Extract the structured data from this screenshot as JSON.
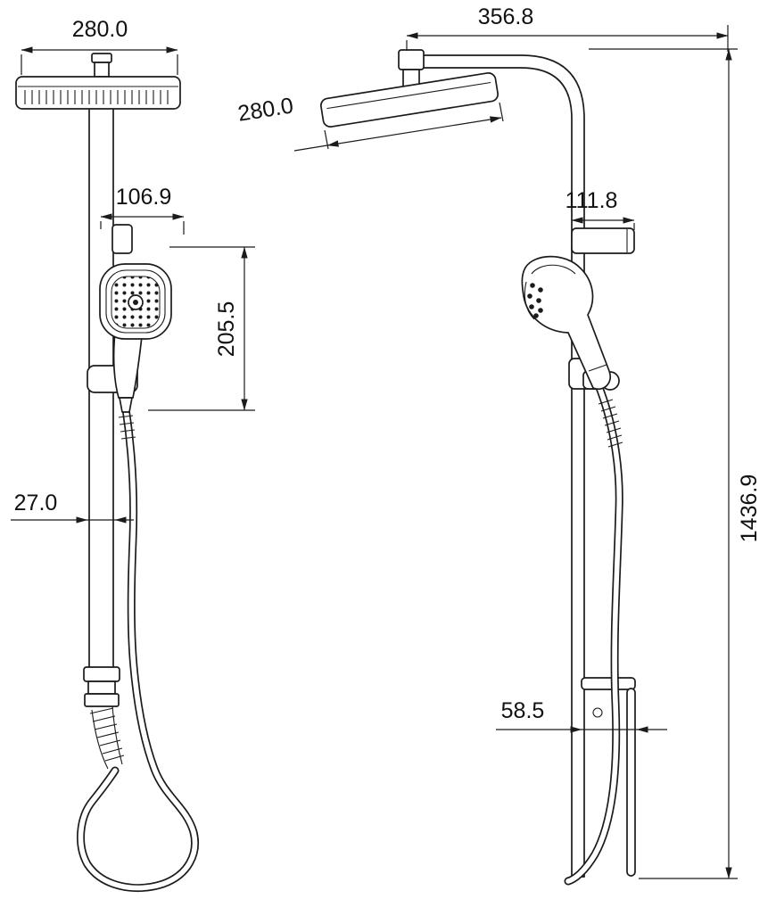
{
  "colors": {
    "background": "#ffffff",
    "line": "#1b1b1b"
  },
  "front_view": {
    "head_width": "280.0",
    "handset_offset": "106.9",
    "handset_drop": "205.5",
    "rail_width": "27.0"
  },
  "side_view": {
    "overall_reach": "356.8",
    "head_depth": "280.0",
    "bracket_depth": "111.8",
    "base_offset": "58.5",
    "overall_height": "1436.9"
  }
}
